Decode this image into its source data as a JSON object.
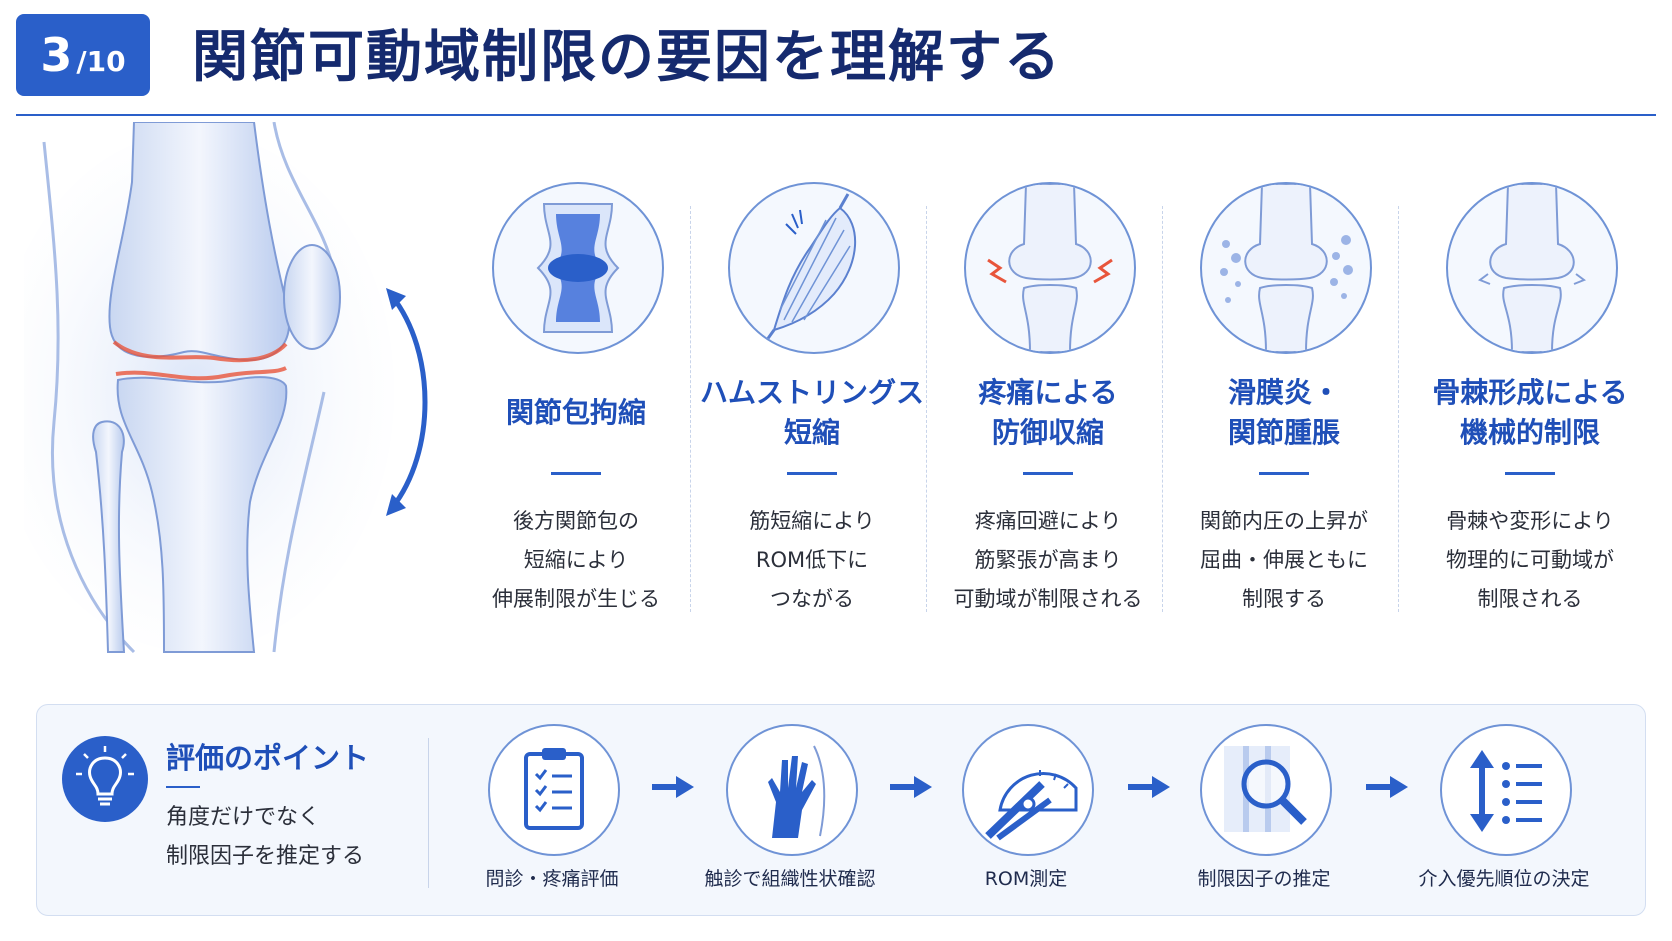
{
  "header": {
    "page_number": "3",
    "page_total": "/10",
    "title": "関節可動域制限の要因を理解する"
  },
  "factors": [
    {
      "title_lines": [
        "関節包拘縮"
      ],
      "desc_lines": [
        "後方関節包の",
        "短縮により",
        "伸展制限が生じる"
      ],
      "icon": "joint-capsule-icon"
    },
    {
      "title_lines": [
        "ハムストリングス",
        "短縮"
      ],
      "desc_lines": [
        "筋短縮により",
        "ROM低下に",
        "つながる"
      ],
      "icon": "muscle-icon"
    },
    {
      "title_lines": [
        "疼痛による",
        "防御収縮"
      ],
      "desc_lines": [
        "疼痛回避により",
        "筋緊張が高まり",
        "可動域が制限される"
      ],
      "icon": "pain-knee-icon"
    },
    {
      "title_lines": [
        "滑膜炎・",
        "関節腫脹"
      ],
      "desc_lines": [
        "関節内圧の上昇が",
        "屈曲・伸展ともに",
        "制限する"
      ],
      "icon": "swollen-knee-icon"
    },
    {
      "title_lines": [
        "骨棘形成による",
        "機械的制限"
      ],
      "desc_lines": [
        "骨棘や変形により",
        "物理的に可動域が",
        "制限される"
      ],
      "icon": "osteophyte-knee-icon"
    }
  ],
  "point": {
    "title": "評価のポイント",
    "desc_lines": [
      "角度だけでなく",
      "制限因子を推定する"
    ]
  },
  "steps": [
    {
      "label": "問診・疼痛評価",
      "icon": "clipboard-checklist-icon"
    },
    {
      "label": "触診で組織性状確認",
      "icon": "palpation-hand-icon"
    },
    {
      "label": "ROM測定",
      "icon": "goniometer-icon"
    },
    {
      "label": "制限因子の推定",
      "icon": "magnifier-icon"
    },
    {
      "label": "介入優先順位の決定",
      "icon": "priority-list-icon"
    }
  ],
  "colors": {
    "accent": "#2a5fc9",
    "title": "#152a6e",
    "pain": "#e8553b"
  }
}
